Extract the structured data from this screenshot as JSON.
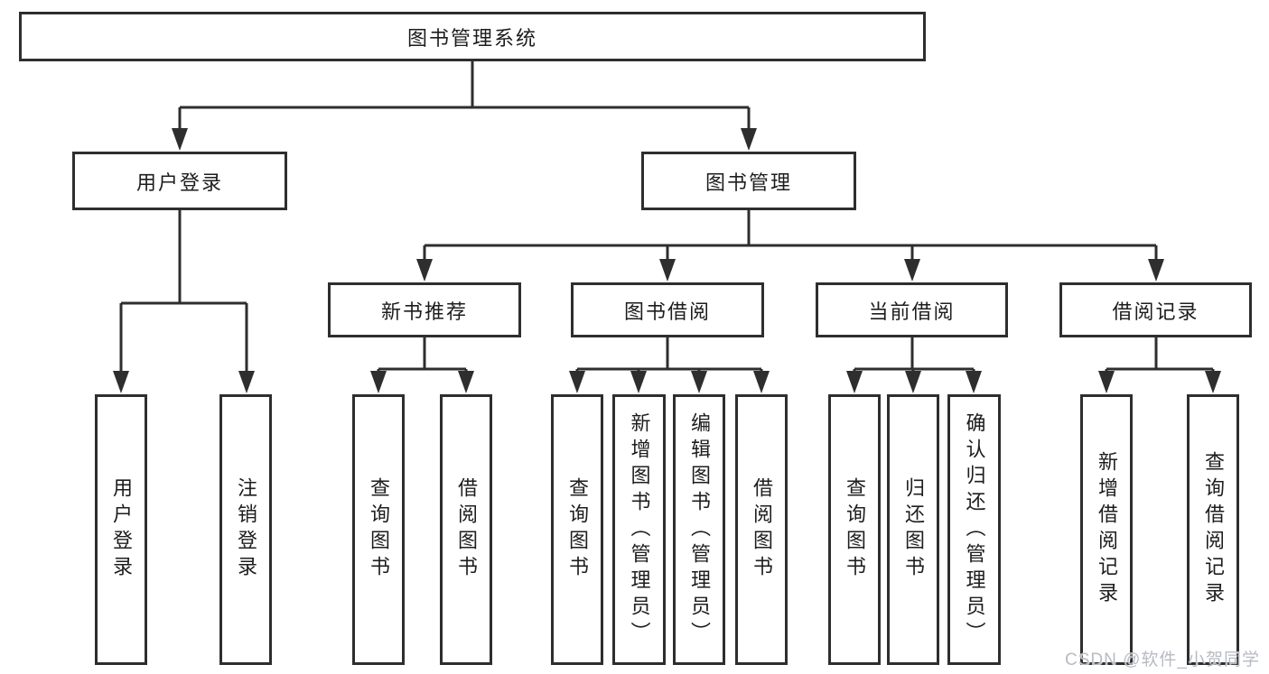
{
  "diagram": {
    "tree": {
      "label": "图书管理系统",
      "children": [
        {
          "label": "用户登录",
          "children": [
            {
              "label": "用户登录"
            },
            {
              "label": "注销登录"
            }
          ]
        },
        {
          "label": "图书管理",
          "children": [
            {
              "label": "新书推荐",
              "children": [
                {
                  "label": "查询图书"
                },
                {
                  "label": "借阅图书"
                }
              ]
            },
            {
              "label": "图书借阅",
              "children": [
                {
                  "label": "查询图书"
                },
                {
                  "label": "新增图书（管理员）"
                },
                {
                  "label": "编辑图书（管理员）"
                },
                {
                  "label": "借阅图书"
                }
              ]
            },
            {
              "label": "当前借阅",
              "children": [
                {
                  "label": "查询图书"
                },
                {
                  "label": "归还图书"
                },
                {
                  "label": "确认归还（管理员）"
                }
              ]
            },
            {
              "label": "借阅记录",
              "children": [
                {
                  "label": "新增借阅记录"
                },
                {
                  "label": "查询借阅记录"
                }
              ]
            }
          ]
        }
      ]
    }
  },
  "watermark": {
    "text": "CSDN @软件_小贺同学"
  },
  "colors": {
    "line": "#2e2e2e",
    "text": "#1d1d1d",
    "watermark": "#b7bbc3",
    "background": "#ffffff"
  }
}
